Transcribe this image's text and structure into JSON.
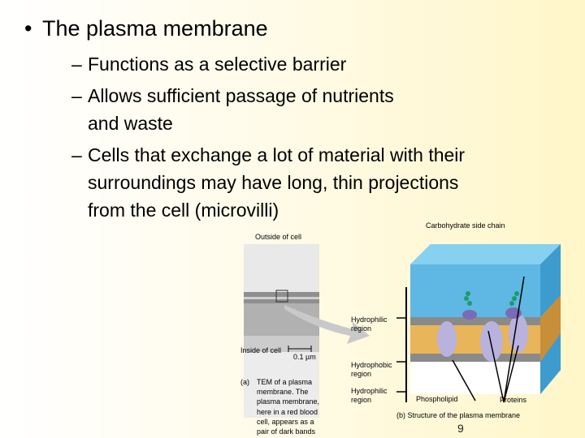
{
  "slide": {
    "title_bullet": "•",
    "title": "The plasma membrane",
    "dash": "–",
    "points": [
      "Functions as a selective barrier",
      "Allows sufficient passage of nutrients",
      "and waste",
      "Cells that exchange a lot of material with their",
      "surroundings may have long, thin projections",
      "from the cell (microvilli)"
    ],
    "page_number": "9"
  },
  "figure": {
    "outside_label": "Outside of cell",
    "inside_label": "Inside of cell",
    "scale_label": "0.1 µm",
    "carbohydrate_label": "Carbohydrate side chain",
    "hydrophilic_top": [
      "Hydrophilic",
      "region"
    ],
    "hydrophobic": [
      "Hydrophobic",
      "region"
    ],
    "hydrophilic_bottom": [
      "Hydrophilic",
      "region"
    ],
    "phospholipid_label": "Phospholipid",
    "proteins_label": "Proteins",
    "caption_a_label": "(a)",
    "caption_a_lines": [
      "TEM of a plasma",
      "membrane. The",
      "plasma membrane,",
      "here in a red blood",
      "cell, appears as a",
      "pair of dark bands"
    ],
    "caption_b": "(b) Structure of the plasma membrane"
  }
}
